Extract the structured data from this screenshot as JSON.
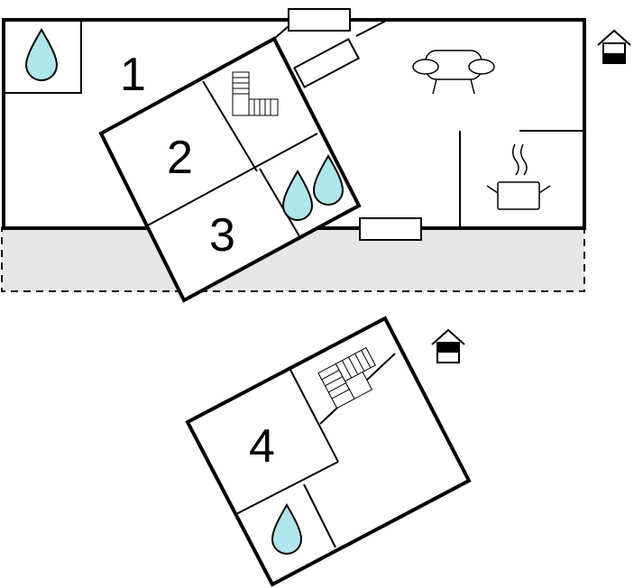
{
  "floorplan": {
    "rooms": [
      {
        "number": "1"
      },
      {
        "number": "2"
      },
      {
        "number": "3"
      },
      {
        "number": "4"
      }
    ],
    "icons": {
      "bathroom": "water-drop-icon",
      "living": "sofa-icon",
      "kitchen": "cooking-pot-icon",
      "stairs": "staircase-icon",
      "level": "house-level-icon"
    },
    "colors": {
      "wall": "#000000",
      "water": "#aee6ec",
      "terrace": "#e6e6e6"
    }
  }
}
